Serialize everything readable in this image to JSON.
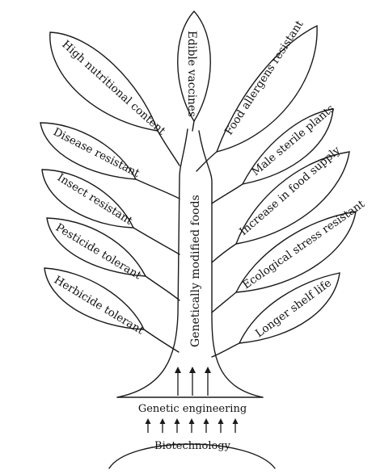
{
  "diagram": {
    "trunk_label": "Genetically modified foods",
    "top_leaf_label": "Edible vaccines",
    "left_leaves": [
      "High nutritional content",
      "Disease resistant",
      "Insect resistant",
      "Pesticide tolerant",
      "Herbicide tolerant"
    ],
    "right_leaves": [
      "Food allergens resistant",
      "Male sterile plants",
      "Increase in food supply",
      "Ecological stress resistant",
      "Longer shelf life"
    ],
    "root_label": "Genetic engineering",
    "base_label": "Biotechnology"
  }
}
